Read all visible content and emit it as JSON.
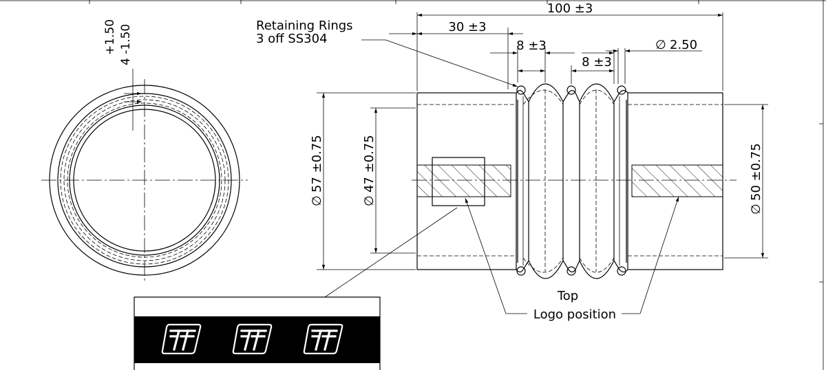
{
  "dimensions": {
    "length_total": "100 ±3",
    "end_length": "30 ±3",
    "convolution_width_1": "8 ±3",
    "convolution_width_2": "8 ±3",
    "ring_diameter": "2.50",
    "outer_diameter": "57 ±0.75",
    "inner_diameter": "47 ±0.75",
    "end_outer_diameter": "50 ±0.75",
    "wall_tolerance_plus": "+1.50",
    "wall_tolerance_minus": "4  -1.50",
    "diameter_symbol": "∅"
  },
  "notes": {
    "retaining_rings_line1": "Retaining Rings",
    "retaining_rings_line2": "3 off SS304",
    "top": "Top",
    "logo_position": "Logo position"
  },
  "logo_strip": {
    "count": 3,
    "band_color": "#000000",
    "mark_color": "#ffffff"
  }
}
